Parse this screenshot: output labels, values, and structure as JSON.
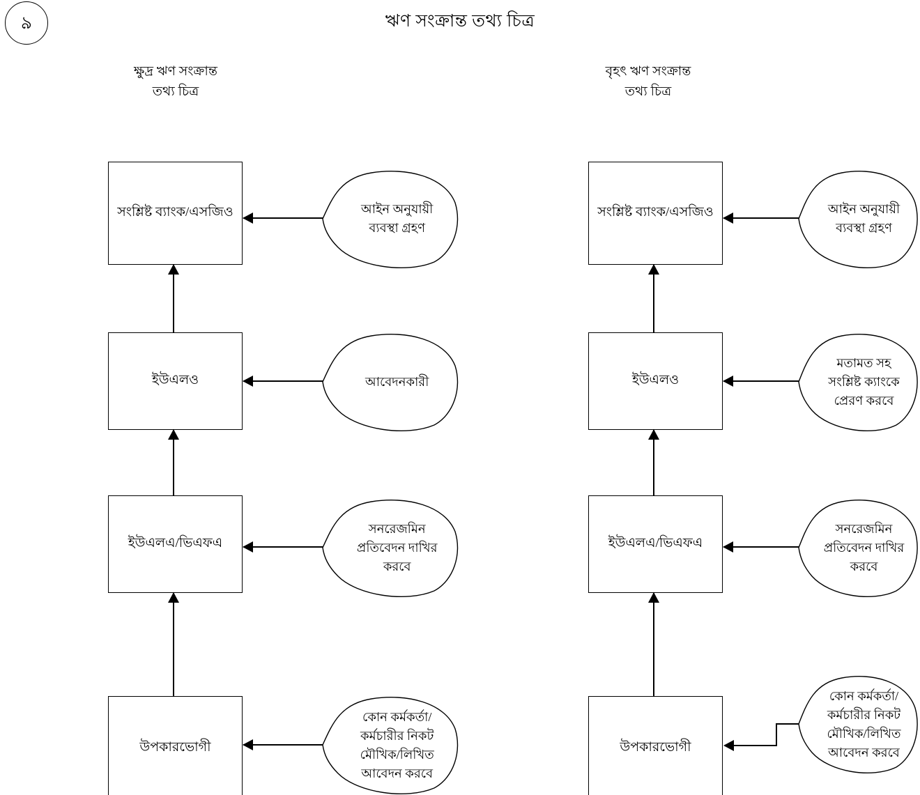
{
  "page": {
    "number_label": "৯",
    "title": "ঋণ সংক্রান্ত তথ্য চিত্র"
  },
  "columns": [
    {
      "id": "small-loan",
      "title_line1": "ক্ষুদ্র ঋণ সংক্রান্ত",
      "title_line2": "তথ্য চিত্র",
      "steps": [
        {
          "box_label": "সংশ্লিষ্ট ব্যাংক/এসজিও",
          "callout_lines": [
            "আইন অনুযায়ী",
            "ব্যবস্থা গ্রহণ"
          ],
          "connector": "straight-arrow-left"
        },
        {
          "box_label": "ইউএলও",
          "callout_lines": [
            "আবেদনকারী"
          ],
          "connector": "straight-arrow-left"
        },
        {
          "box_label": "ইউএলএ/ভিএফএ",
          "callout_lines": [
            "সনরেজমিন",
            "প্রতিবেদন দাখির",
            "করবে"
          ],
          "connector": "straight-arrow-left"
        },
        {
          "box_label": "উপকারভোগী",
          "callout_lines": [
            "কোন কর্মকর্তা/",
            "কর্মচারীর নিকট",
            "মৌখিক/লিখিত",
            "আবেদন করবে"
          ],
          "connector": "straight-arrow-left"
        }
      ]
    },
    {
      "id": "large-loan",
      "title_line1": "বৃহৎ ঋণ সংক্রান্ত",
      "title_line2": "তথ্য চিত্র",
      "steps": [
        {
          "box_label": "সংশ্লিষ্ট ব্যাংক/এসজিও",
          "callout_lines": [
            "আইন অনুযায়ী",
            "ব্যবস্থা গ্রহণ"
          ],
          "connector": "straight-arrow-left"
        },
        {
          "box_label": "ইউএলও",
          "callout_lines": [
            "মতামত সহ",
            "সংশ্লিষ্ট ক্যাংকে",
            "প্রেরণ করবে"
          ],
          "connector": "straight-arrow-left"
        },
        {
          "box_label": "ইউএলএ/ভিএফএ",
          "callout_lines": [
            "সনরেজমিন",
            "প্রতিবেদন দাখির",
            "করবে"
          ],
          "connector": "straight-arrow-left"
        },
        {
          "box_label": "উপকারভোগী",
          "callout_lines": [
            "কোন কর্মকর্তা/",
            "কর্মচারীর নিকট",
            "মৌখিক/লিখিত",
            "আবেদন করবে"
          ],
          "connector": "elbow-arrow-left"
        }
      ]
    }
  ],
  "colors": {
    "stroke": "#000000",
    "background": "#ffffff"
  }
}
